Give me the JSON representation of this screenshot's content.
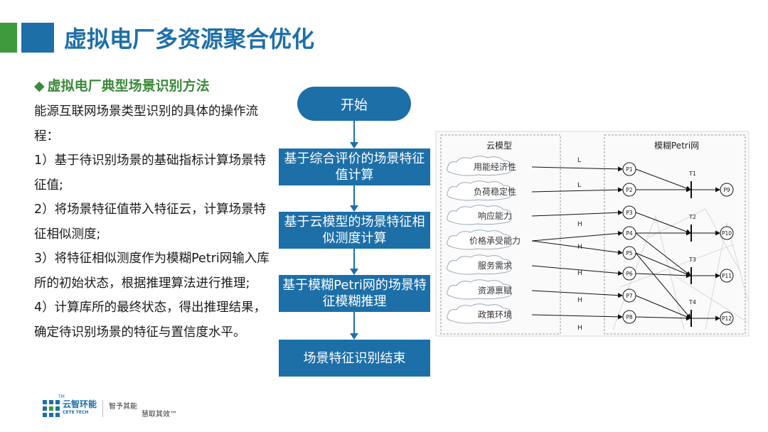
{
  "title": "虚拟电厂多资源聚合优化",
  "subheading": "虚拟电厂典型场景识别方法",
  "subheading_bullet": "◆",
  "paragraph": [
    "能源互联网场景类型识别的具体的操作流程：",
    "1）基于待识别场景的基础指标计算场景特征值;",
    "2）将场景特征值带入特征云，计算场景特征相似测度;",
    "3）将特征相似测度作为模糊Petri网输入库所的初始状态，根据推理算法进行推理;",
    "4）计算库所的最终状态，得出推理结果，确定待识别场景的特征与置信度水平。"
  ],
  "flow": {
    "start": "开始",
    "steps": [
      "基于综合评价的场景特征值计算",
      "基于云模型的场景特征相似测度计算",
      "基于模糊Petri网的场景特征模糊推理",
      "场景特征识别结束"
    ]
  },
  "diagram": {
    "cloud_title": "云模型",
    "petri_title": "模糊Petri网",
    "clouds": [
      "用能经济性",
      "负荷稳定性",
      "响应能力",
      "价格承受能力",
      "服务需求",
      "资源禀赋",
      "政策环境"
    ],
    "edge_labels": [
      "L",
      "L",
      "H",
      "H",
      "H",
      "H",
      "H"
    ],
    "places": [
      "P1",
      "P2",
      "P3",
      "P4",
      "P5",
      "P6",
      "P7",
      "P8"
    ],
    "outputs": [
      "P9",
      "P10",
      "P11",
      "P12"
    ],
    "transitions": [
      "T1",
      "T2",
      "T3",
      "T4"
    ]
  },
  "logo": {
    "tm": "TM",
    "name": "云智环能",
    "en": "CETE TECH",
    "slogan1": "智予其能",
    "slogan2": "慧取其效™"
  },
  "colors": {
    "primary": "#1d6fa8",
    "green": "#3e9a3c"
  }
}
